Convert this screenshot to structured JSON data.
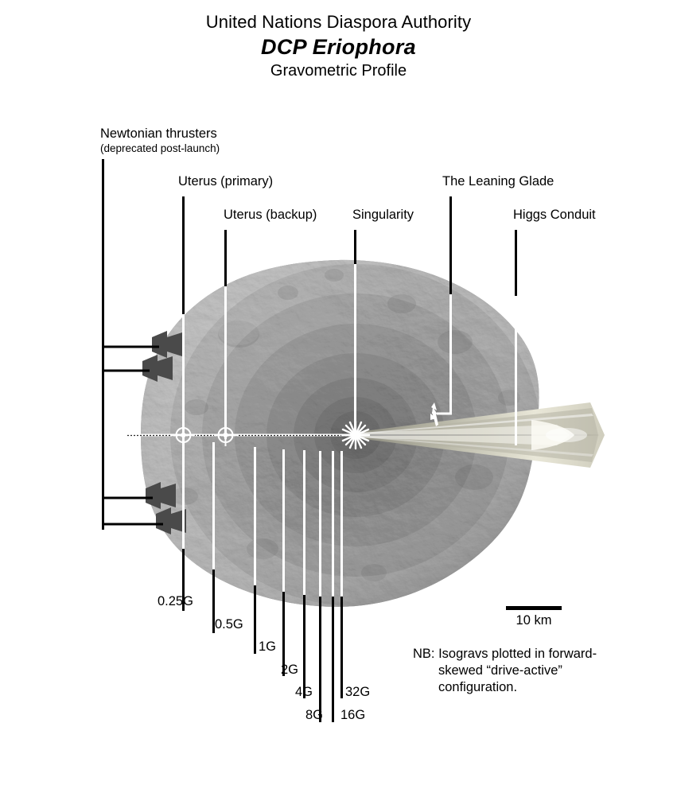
{
  "title": {
    "organization": "United Nations Diaspora Authority",
    "vessel": "DCP Eriophora",
    "subtitle": "Gravometric Profile"
  },
  "callouts": [
    {
      "id": "newtonian-thrusters",
      "label": "Newtonian thrusters",
      "sublabel": "(deprecated post-launch)"
    },
    {
      "id": "uterus-primary",
      "label": "Uterus (primary)"
    },
    {
      "id": "uterus-backup",
      "label": "Uterus (backup)"
    },
    {
      "id": "singularity",
      "label": "Singularity"
    },
    {
      "id": "leaning-glade",
      "label": "The Leaning Glade"
    },
    {
      "id": "higgs-conduit",
      "label": "Higgs Conduit"
    }
  ],
  "isogravs": [
    {
      "label": "0.25G",
      "value": 0.25
    },
    {
      "label": "0.5G",
      "value": 0.5
    },
    {
      "label": "1G",
      "value": 1
    },
    {
      "label": "2G",
      "value": 2
    },
    {
      "label": "4G",
      "value": 4
    },
    {
      "label": "8G",
      "value": 8
    },
    {
      "label": "16G",
      "value": 16
    },
    {
      "label": "32G",
      "value": 32
    }
  ],
  "scale_bar": {
    "label": "10 km"
  },
  "note": {
    "line1": "NB: Isogravs plotted in forward-",
    "line2": "skewed “drive-active”",
    "line3": "configuration."
  },
  "colors": {
    "ink": "#000000",
    "paper": "#ffffff",
    "leader_over_body": "#ffffff",
    "body_light": "#a9a9a9",
    "thruster": "#4a4a4a",
    "plume": "#d8d6c8"
  }
}
